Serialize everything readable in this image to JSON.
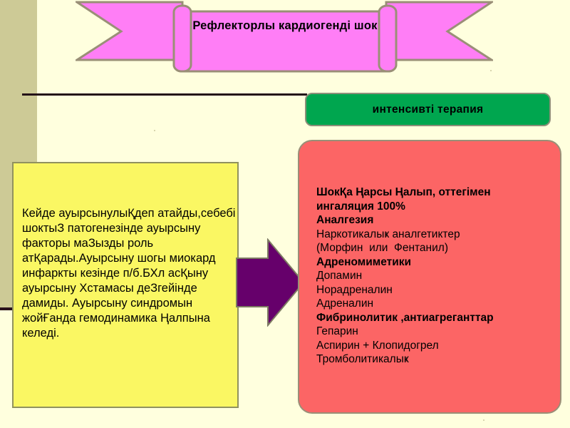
{
  "slide": {
    "background_color": "#ffffde",
    "side_band_color": "#cdca96"
  },
  "banner": {
    "name": "ribbon-banner",
    "fill_color": "#ff7ef6",
    "border_color": "#9a8f77",
    "title": "Рефлекторлы  кардиогенді шок"
  },
  "green_box": {
    "label": "интенсивті терапия",
    "fill_color": "#00a64f",
    "border_color": "#8d8f79"
  },
  "yellow_box": {
    "fill_color": "#faf763",
    "border_color": "#90915f",
    "text": "Кейде ауырсынулыҚдеп атайды,себебі шоктыЗ патогенезінде ауырсыну факторы маЗызды роль атҚарады.Ауырсыну шогы миокард инфаркты кезінде п/б.БХл асҚыну ауырсыну Хстамасы деЗгейінде дамиды. Ауырсыну синдромын жойҒанда гемодинамика Ңалпына келеді."
  },
  "arrow": {
    "name": "right-arrow",
    "fill_color": "#66006b",
    "direction": "right"
  },
  "red_box": {
    "fill_color": "#fc6565",
    "border_color": "#9a8f77",
    "lines": [
      {
        "text": "ШокҚа Ңарсы Ңалып, оттегімен",
        "bold": true
      },
      {
        "text": "ингаляция 100%",
        "bold": true
      },
      {
        "text": "Аналгезия",
        "bold": true
      },
      {
        "text": "Наркотикалыҝ аналгетиктер",
        "bold": false
      },
      {
        "text": "(Морфин  или  Фентанил)",
        "bold": false
      },
      {
        "text": "Адреномиметики",
        "bold": true
      },
      {
        "text": "Допамин",
        "bold": false
      },
      {
        "text": "Норадреналин",
        "bold": false
      },
      {
        "text": "Адреналин",
        "bold": false
      },
      {
        "text": "Фибринолитик ,антиагреганттар",
        "bold": true
      },
      {
        "text": "Гепарин",
        "bold": false
      },
      {
        "text": "Аспирин + Клопидогрел",
        "bold": false
      },
      {
        "text": "Тромболитикалыҝ",
        "bold": false
      }
    ]
  }
}
